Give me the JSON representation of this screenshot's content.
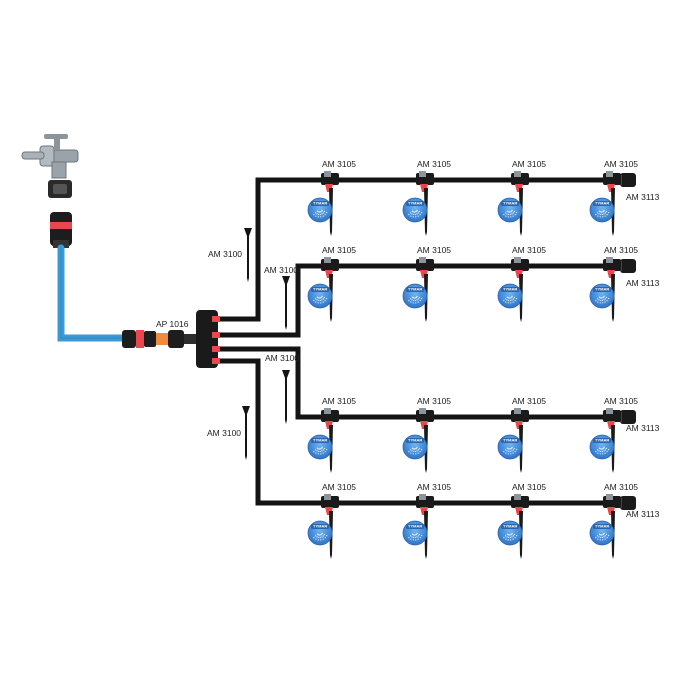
{
  "colors": {
    "pipe": "#141414",
    "hose": "#3a9ad6",
    "accent": "#e8474e",
    "sprinkler_blue": "#3a86d8",
    "metal": "#9aa3aa"
  },
  "icons": [
    "water-tap-icon",
    "quick-connector-icon",
    "hose-connector-icon",
    "manifold-icon",
    "ground-stake-icon",
    "sprinkler-icon",
    "end-plug-icon"
  ],
  "labels": {
    "ap1016": "AP 1016",
    "am3100": "AM 3100",
    "am3105": "AM 3105",
    "am3113": "AM 3113",
    "brand": "TYMAR"
  }
}
